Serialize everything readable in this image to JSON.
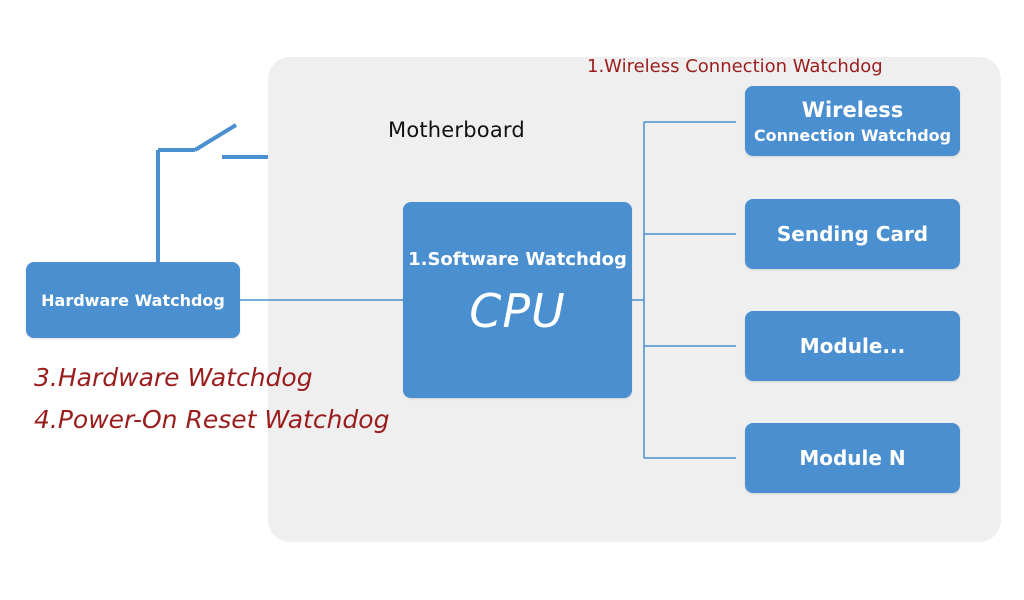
{
  "board": {
    "title": "Motherboard"
  },
  "annotations": {
    "top": "1.Wireless Connection Watchdog",
    "left_1": "3.Hardware Watchdog",
    "left_2": "4.Power-On Reset Watchdog"
  },
  "cpu": {
    "subtitle": "1.Software Watchdog",
    "label": "CPU"
  },
  "hardware_watchdog": {
    "label": "Hardware Watchdog"
  },
  "modules": [
    {
      "line1": "Wireless",
      "line2": "Connection Watchdog"
    },
    {
      "line1": "Sending Card"
    },
    {
      "line1": "Module..."
    },
    {
      "line1": "Module N"
    }
  ],
  "colors": {
    "box_fill": "#4a8fd0",
    "board_fill": "#efefef",
    "annotation_red": "#9a1d1d",
    "wire": "#4a8fd0"
  }
}
